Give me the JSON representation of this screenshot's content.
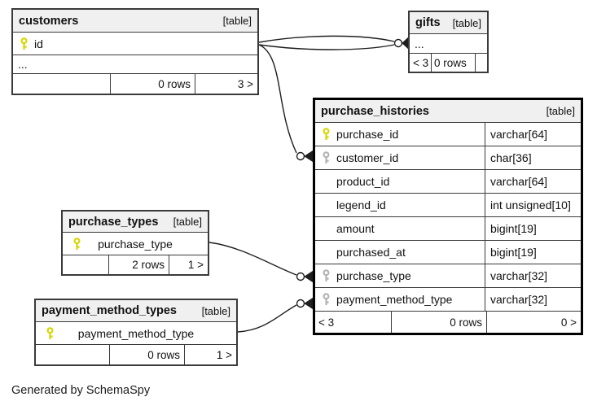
{
  "diagram_caption": "Generated by SchemaSpy",
  "colors": {
    "header_bg": "#f0f0f0",
    "table_border": "#3a3a3a",
    "focus_border": "#000000",
    "pk_key": "#d6d600",
    "fk_key": "#b3b3b3",
    "line": "#1e1e1e"
  },
  "tables": {
    "customers": {
      "name": "customers",
      "tag": "[table]",
      "columns": [
        {
          "name": "id"
        }
      ],
      "more_columns": "...",
      "footer": {
        "degree_in": "",
        "rows": "0 rows",
        "degree_out": "3 >"
      }
    },
    "gifts": {
      "name": "gifts",
      "tag": "[table]",
      "more_columns": "...",
      "footer": {
        "degree_in": "< 3",
        "rows": "0 rows",
        "degree_out": ""
      }
    },
    "purchase_histories": {
      "name": "purchase_histories",
      "tag": "[table]",
      "columns": [
        {
          "name": "purchase_id",
          "type": "varchar[64]"
        },
        {
          "name": "customer_id",
          "type": "char[36]"
        },
        {
          "name": "product_id",
          "type": "varchar[64]"
        },
        {
          "name": "legend_id",
          "type": "int unsigned[10]"
        },
        {
          "name": "amount",
          "type": "bigint[19]"
        },
        {
          "name": "purchased_at",
          "type": "bigint[19]"
        },
        {
          "name": "purchase_type",
          "type": "varchar[32]"
        },
        {
          "name": "payment_method_type",
          "type": "varchar[32]"
        }
      ],
      "footer": {
        "degree_in": "< 3",
        "rows": "0 rows",
        "degree_out": "0 >"
      }
    },
    "purchase_types": {
      "name": "purchase_types",
      "tag": "[table]",
      "columns": [
        {
          "name": "purchase_type"
        }
      ],
      "footer": {
        "degree_in": "",
        "rows": "2 rows",
        "degree_out": "1 >"
      }
    },
    "payment_method_types": {
      "name": "payment_method_types",
      "tag": "[table]",
      "columns": [
        {
          "name": "payment_method_type"
        }
      ],
      "footer": {
        "degree_in": "",
        "rows": "0 rows",
        "degree_out": "1 >"
      }
    }
  }
}
